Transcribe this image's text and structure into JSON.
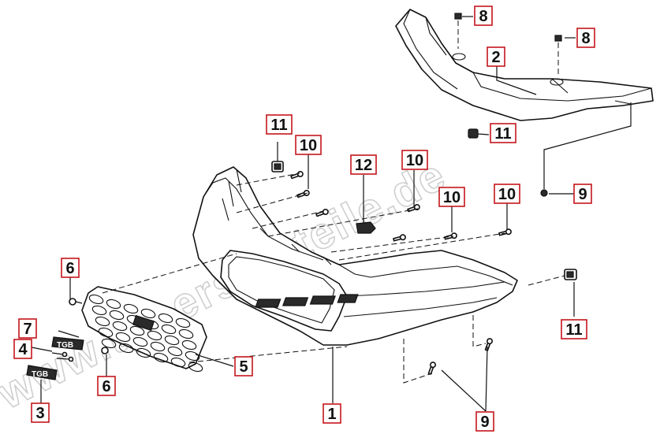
{
  "watermark": "www.tgbersatzteile.de",
  "callouts": [
    {
      "id": "c-8a",
      "label": "8"
    },
    {
      "id": "c-8b",
      "label": "8"
    },
    {
      "id": "c-2",
      "label": "2"
    },
    {
      "id": "c-11a",
      "label": "11"
    },
    {
      "id": "c-11b",
      "label": "11"
    },
    {
      "id": "c-10a",
      "label": "10"
    },
    {
      "id": "c-12",
      "label": "12"
    },
    {
      "id": "c-10b",
      "label": "10"
    },
    {
      "id": "c-10c",
      "label": "10"
    },
    {
      "id": "c-10d",
      "label": "10"
    },
    {
      "id": "c-9a",
      "label": "9"
    },
    {
      "id": "c-6a",
      "label": "6"
    },
    {
      "id": "c-7",
      "label": "7"
    },
    {
      "id": "c-4",
      "label": "4"
    },
    {
      "id": "c-3",
      "label": "3"
    },
    {
      "id": "c-6b",
      "label": "6"
    },
    {
      "id": "c-5",
      "label": "5"
    },
    {
      "id": "c-1",
      "label": "1"
    },
    {
      "id": "c-11c",
      "label": "11"
    },
    {
      "id": "c-9b",
      "label": "9"
    }
  ],
  "emblem_text": "TGB",
  "colors": {
    "callout_border": "#c4161c",
    "line": "#111111",
    "watermark": "#cfcfcf"
  }
}
